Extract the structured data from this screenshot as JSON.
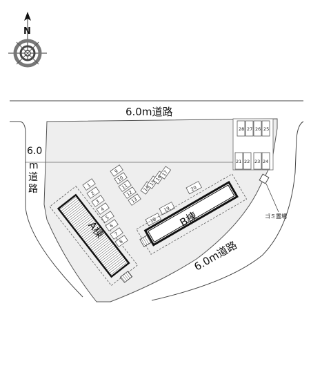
{
  "compass": {
    "north_label": "N"
  },
  "roads": {
    "top": "6.0m道路",
    "left_width": "6.0",
    "left_unit": "m",
    "left_kanji_1": "道",
    "left_kanji_2": "路",
    "right": "6.0m道路"
  },
  "buildings": {
    "a": "A棟",
    "b": "B棟"
  },
  "garbage_label": "ゴミ置場",
  "parking": [
    "1",
    "2",
    "3",
    "4",
    "5",
    "6",
    "7",
    "8",
    "9",
    "10",
    "11",
    "12",
    "13",
    "14",
    "15",
    "16",
    "17",
    "18",
    "19",
    "20",
    "21",
    "22",
    "23",
    "24",
    "25",
    "26",
    "27",
    "28"
  ]
}
